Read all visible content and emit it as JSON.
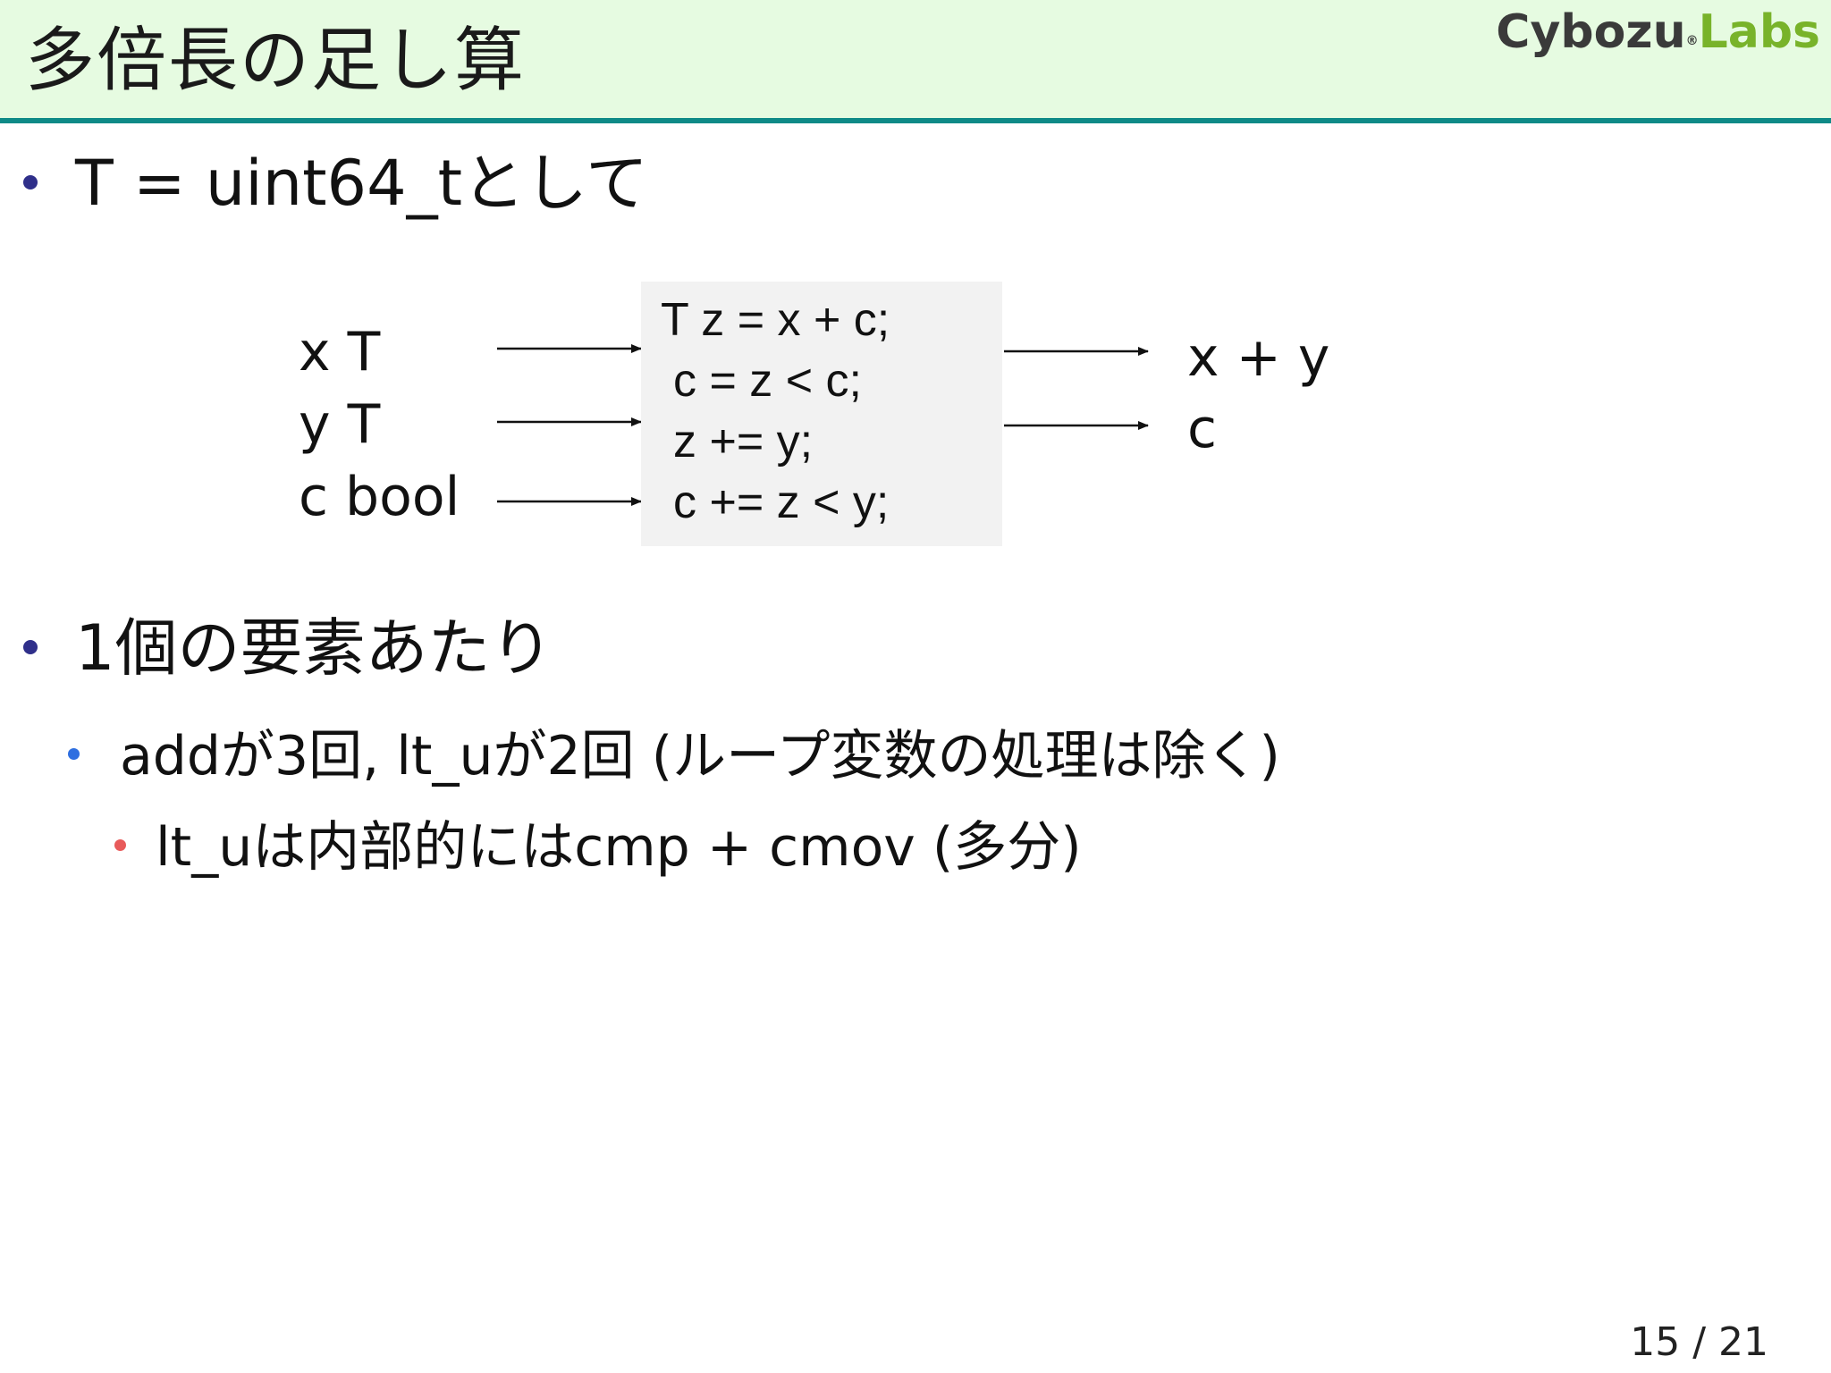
{
  "slide": {
    "title": "多倍長の足し算",
    "logo": {
      "text_primary": "Cybozu",
      "registered": "®",
      "text_secondary": "Labs"
    },
    "page_number": "15 / 21"
  },
  "bullets": {
    "b1": "T = uint64_tとして",
    "b2": "1個の要素あたり",
    "b2_sub": "addが3回, lt_uが2回 (ループ変数の処理は除く)",
    "b2_sub_sub": "lt_uは内部的にはcmp + cmov (多分)"
  },
  "diagram": {
    "inputs": [
      "x T",
      "y T",
      "c bool"
    ],
    "code": [
      "T z = x + c;",
      "c = z < c;",
      "z += y;",
      "c += z < y;"
    ],
    "outputs": [
      "x + y",
      "c"
    ]
  },
  "colors": {
    "header_bg": "#e6fbe1",
    "header_line": "#0e8a87",
    "bullet_l1": "#2f2f8a",
    "bullet_l2": "#2f6fe0",
    "bullet_l3": "#e85a5a",
    "logo_labs": "#78b32a",
    "code_bg": "#f2f2f2"
  }
}
